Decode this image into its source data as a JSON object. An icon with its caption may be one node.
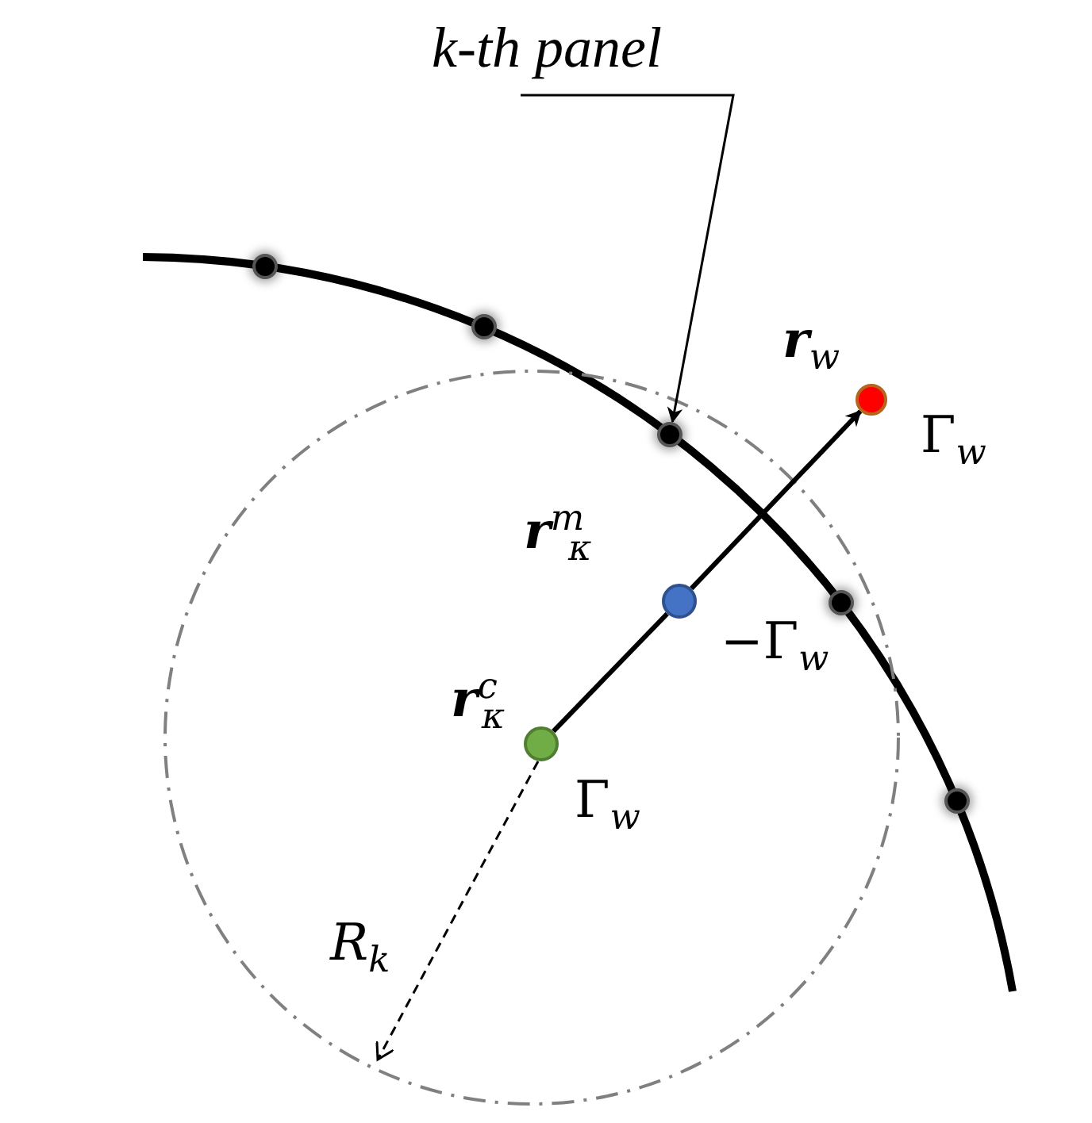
{
  "diagram": {
    "nodes": [
      {
        "text": [
          "k-th panel"
        ]
      },
      {
        "text": [],
        "shape": "circle"
      },
      {
        "text": [],
        "shape": "circle"
      },
      {
        "text": [],
        "shape": "circle"
      },
      {
        "text": [],
        "shape": "circle"
      },
      {
        "text": [],
        "shape": "circle"
      },
      {
        "text": [],
        "shape": "circle",
        "beside": [
          "**r**$_{w}$",
          "Γ$_{w}$"
        ]
      },
      {
        "text": [],
        "shape": "circle",
        "beside": [
          "**r**$^{m}$$_{κ}$",
          "−Γ$_{w}$"
        ]
      },
      {
        "text": [],
        "shape": "circle",
        "beside": [
          "**r**$^{c}$$_{κ}$",
          "Γ$_{w}$"
        ]
      }
    ],
    "edges": [
      {
        "from": 0,
        "to": 3,
        "arrow": "to"
      },
      {
        "from": 8,
        "to": 7,
        "arrow": "none"
      },
      {
        "from": 7,
        "to": 6,
        "arrow": "to"
      }
    ],
    "labels": [
      "R$_{k}$"
    ]
  }
}
